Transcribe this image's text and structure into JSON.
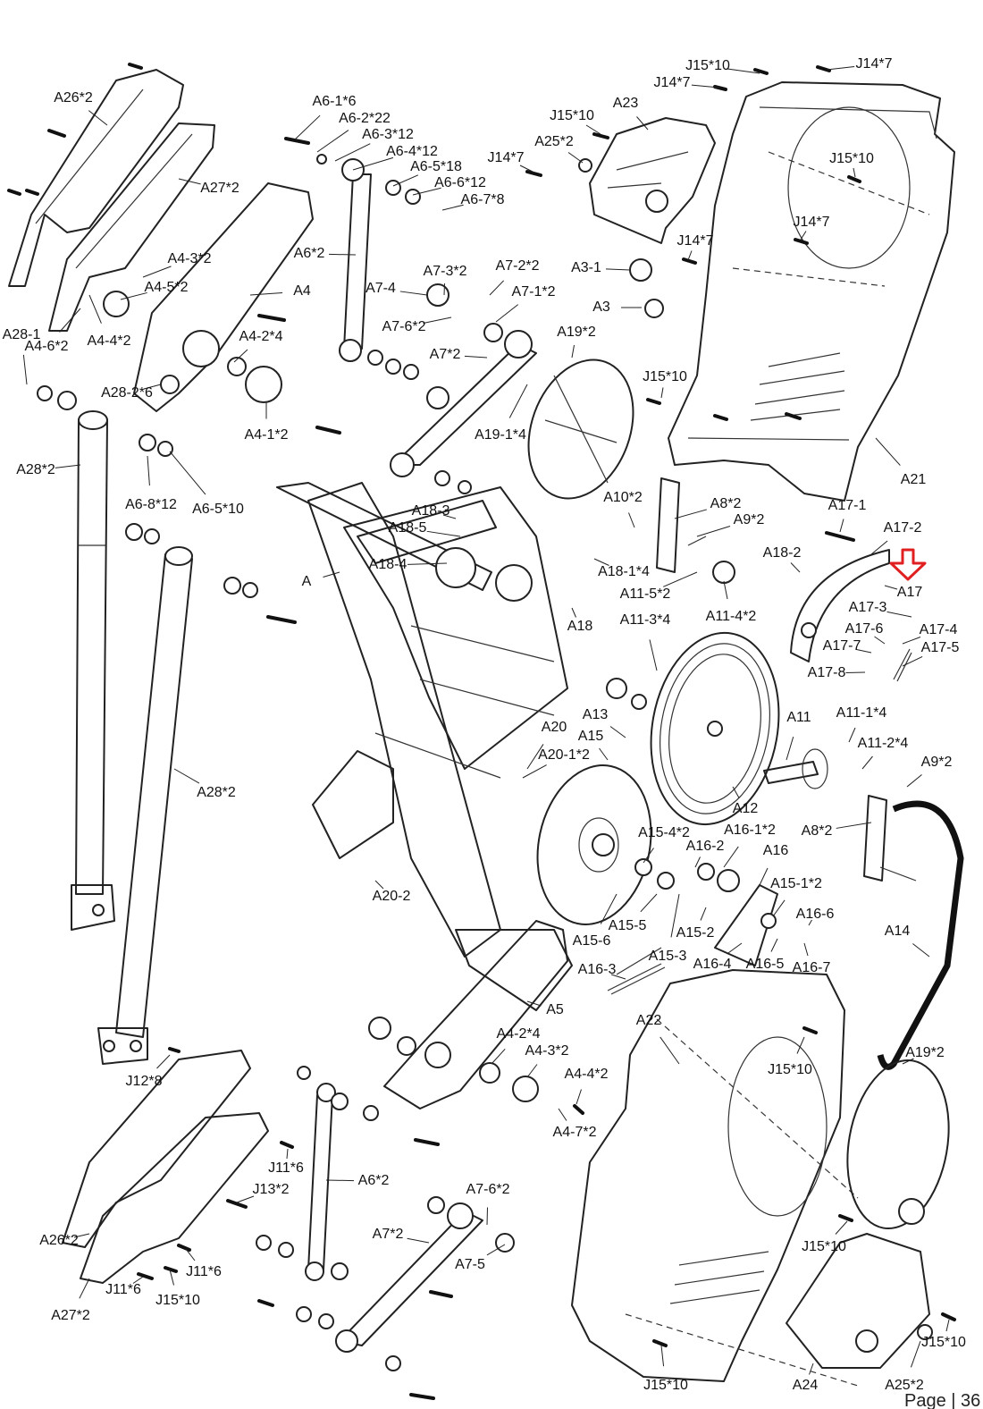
{
  "diagram": {
    "highlight_color": "#e02020",
    "highlighted_part": "A17",
    "footer": "Page | 36"
  },
  "labels": [
    {
      "id": "J15*10_a",
      "text": "J15*10"
    },
    {
      "id": "J14*7_a",
      "text": "J14*7"
    },
    {
      "id": "J14*7_b",
      "text": "J14*7"
    },
    {
      "id": "A23",
      "text": "A23"
    },
    {
      "id": "J15*10_b",
      "text": "J15*10"
    },
    {
      "id": "A25*2_a",
      "text": "A25*2"
    },
    {
      "id": "J14*7_c",
      "text": "J14*7"
    },
    {
      "id": "J15*10_c",
      "text": "J15*10"
    },
    {
      "id": "J14*7_d",
      "text": "J14*7"
    },
    {
      "id": "J14*7_e",
      "text": "J14*7"
    },
    {
      "id": "A26*2_a",
      "text": "A26*2"
    },
    {
      "id": "A6-1*6",
      "text": "A6-1*6"
    },
    {
      "id": "A6-2*22",
      "text": "A6-2*22"
    },
    {
      "id": "A6-3*12",
      "text": "A6-3*12"
    },
    {
      "id": "A6-4*12",
      "text": "A6-4*12"
    },
    {
      "id": "A6-5*18",
      "text": "A6-5*18"
    },
    {
      "id": "A6-6*12",
      "text": "A6-6*12"
    },
    {
      "id": "A6-7*8",
      "text": "A6-7*8"
    },
    {
      "id": "A27*2_a",
      "text": "A27*2"
    },
    {
      "id": "A6*2_a",
      "text": "A6*2"
    },
    {
      "id": "A4-3*2_a",
      "text": "A4-3*2"
    },
    {
      "id": "A4-5*2",
      "text": "A4-5*2"
    },
    {
      "id": "A4",
      "text": "A4"
    },
    {
      "id": "A7-3*2",
      "text": "A7-3*2"
    },
    {
      "id": "A7-2*2",
      "text": "A7-2*2"
    },
    {
      "id": "A3-1",
      "text": "A3-1"
    },
    {
      "id": "A7-4",
      "text": "A7-4"
    },
    {
      "id": "A7-1*2",
      "text": "A7-1*2"
    },
    {
      "id": "A3",
      "text": "A3"
    },
    {
      "id": "A28-1",
      "text": "A28-1"
    },
    {
      "id": "A4-6*2",
      "text": "A4-6*2"
    },
    {
      "id": "A4-4*2_a",
      "text": "A4-4*2"
    },
    {
      "id": "A4-2*4_a",
      "text": "A4-2*4"
    },
    {
      "id": "A7-6*2_a",
      "text": "A7-6*2"
    },
    {
      "id": "A19*2_a",
      "text": "A19*2"
    },
    {
      "id": "A7*2_a",
      "text": "A7*2"
    },
    {
      "id": "J15*10_d",
      "text": "J15*10"
    },
    {
      "id": "A28-2*6",
      "text": "A28-2*6"
    },
    {
      "id": "A4-1*2",
      "text": "A4-1*2"
    },
    {
      "id": "A19-1*4",
      "text": "A19-1*4"
    },
    {
      "id": "A28*2_a",
      "text": "A28*2"
    },
    {
      "id": "A21",
      "text": "A21"
    },
    {
      "id": "A6-8*12",
      "text": "A6-8*12"
    },
    {
      "id": "A6-5*10",
      "text": "A6-5*10"
    },
    {
      "id": "A18-3",
      "text": "A18-3"
    },
    {
      "id": "A10*2",
      "text": "A10*2"
    },
    {
      "id": "A8*2_a",
      "text": "A8*2"
    },
    {
      "id": "A17-1",
      "text": "A17-1"
    },
    {
      "id": "A18-5",
      "text": "A18-5"
    },
    {
      "id": "A9*2_a",
      "text": "A9*2"
    },
    {
      "id": "A17-2",
      "text": "A17-2"
    },
    {
      "id": "A18-2",
      "text": "A18-2"
    },
    {
      "id": "A18-4",
      "text": "A18-4"
    },
    {
      "id": "A18-1*4",
      "text": "A18-1*4"
    },
    {
      "id": "A",
      "text": "A"
    },
    {
      "id": "A11-5*2",
      "text": "A11-5*2"
    },
    {
      "id": "A17",
      "text": "A17"
    },
    {
      "id": "A17-3",
      "text": "A17-3"
    },
    {
      "id": "A11-3*4",
      "text": "A11-3*4"
    },
    {
      "id": "A11-4*2",
      "text": "A11-4*2"
    },
    {
      "id": "A18",
      "text": "A18"
    },
    {
      "id": "A17-6",
      "text": "A17-6"
    },
    {
      "id": "A17-4",
      "text": "A17-4"
    },
    {
      "id": "A17-7",
      "text": "A17-7"
    },
    {
      "id": "A17-5",
      "text": "A17-5"
    },
    {
      "id": "A17-8",
      "text": "A17-8"
    },
    {
      "id": "A13",
      "text": "A13"
    },
    {
      "id": "A20",
      "text": "A20"
    },
    {
      "id": "A15",
      "text": "A15"
    },
    {
      "id": "A11",
      "text": "A11"
    },
    {
      "id": "A11-1*4",
      "text": "A11-1*4"
    },
    {
      "id": "A20-1*2",
      "text": "A20-1*2"
    },
    {
      "id": "A11-2*4",
      "text": "A11-2*4"
    },
    {
      "id": "A9*2_b",
      "text": "A9*2"
    },
    {
      "id": "A28*2_b",
      "text": "A28*2"
    },
    {
      "id": "A12",
      "text": "A12"
    },
    {
      "id": "A15-4*2",
      "text": "A15-4*2"
    },
    {
      "id": "A16-1*2",
      "text": "A16-1*2"
    },
    {
      "id": "A8*2_b",
      "text": "A8*2"
    },
    {
      "id": "A16-2",
      "text": "A16-2"
    },
    {
      "id": "A16",
      "text": "A16"
    },
    {
      "id": "A20-2",
      "text": "A20-2"
    },
    {
      "id": "A15-1*2",
      "text": "A15-1*2"
    },
    {
      "id": "A16-6",
      "text": "A16-6"
    },
    {
      "id": "A15-5",
      "text": "A15-5"
    },
    {
      "id": "A14",
      "text": "A14"
    },
    {
      "id": "A15-2",
      "text": "A15-2"
    },
    {
      "id": "A15-6",
      "text": "A15-6"
    },
    {
      "id": "A15-3",
      "text": "A15-3"
    },
    {
      "id": "A16-4",
      "text": "A16-4"
    },
    {
      "id": "A16-5",
      "text": "A16-5"
    },
    {
      "id": "A16-7",
      "text": "A16-7"
    },
    {
      "id": "A16-3",
      "text": "A16-3"
    },
    {
      "id": "A5",
      "text": "A5"
    },
    {
      "id": "A22",
      "text": "A22"
    },
    {
      "id": "A4-2*4_b",
      "text": "A4-2*4"
    },
    {
      "id": "A4-3*2_b",
      "text": "A4-3*2"
    },
    {
      "id": "A19*2_b",
      "text": "A19*2"
    },
    {
      "id": "J15*10_e",
      "text": "J15*10"
    },
    {
      "id": "J12*8",
      "text": "J12*8"
    },
    {
      "id": "A4-4*2_b",
      "text": "A4-4*2"
    },
    {
      "id": "A4-7*2",
      "text": "A4-7*2"
    },
    {
      "id": "J11*6_a",
      "text": "J11*6"
    },
    {
      "id": "J13*2",
      "text": "J13*2"
    },
    {
      "id": "A6*2_b",
      "text": "A6*2"
    },
    {
      "id": "A7-6*2_b",
      "text": "A7-6*2"
    },
    {
      "id": "A26*2_b",
      "text": "A26*2"
    },
    {
      "id": "A7*2_b",
      "text": "A7*2"
    },
    {
      "id": "J15*10_f",
      "text": "J15*10"
    },
    {
      "id": "J11*6_b",
      "text": "J11*6"
    },
    {
      "id": "A7-5",
      "text": "A7-5"
    },
    {
      "id": "J11*6_c",
      "text": "J11*6"
    },
    {
      "id": "J15*10_g",
      "text": "J15*10"
    },
    {
      "id": "A27*2_b",
      "text": "A27*2"
    },
    {
      "id": "J15*10_h",
      "text": "J15*10"
    },
    {
      "id": "J15*10_i",
      "text": "J15*10"
    },
    {
      "id": "A24",
      "text": "A24"
    },
    {
      "id": "A25*2_b",
      "text": "A25*2"
    }
  ]
}
